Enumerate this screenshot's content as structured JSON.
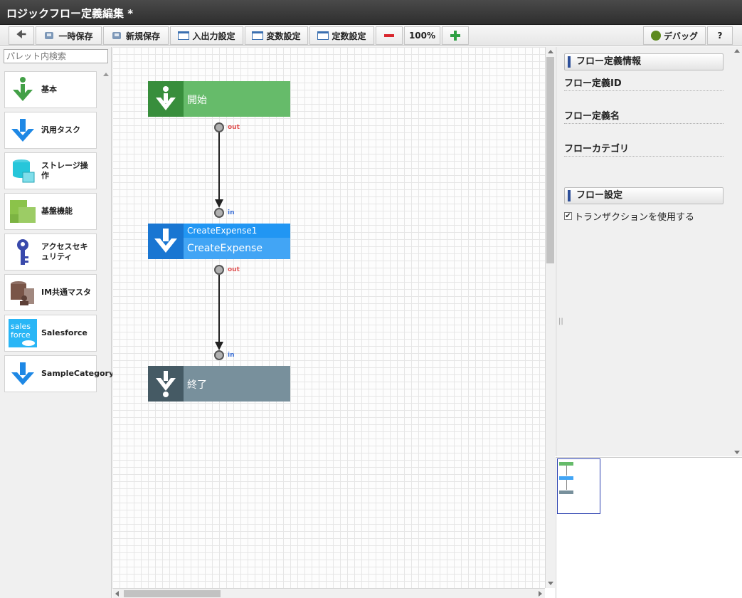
{
  "window": {
    "title": "ロジックフロー定義編集 *"
  },
  "toolbar": {
    "save_temp": "一時保存",
    "save_new": "新規保存",
    "io_settings": "入出力設定",
    "var_settings": "変数設定",
    "const_settings": "定数設定",
    "zoom": "100%",
    "debug": "デバッグ",
    "help": "?"
  },
  "palette": {
    "search_placeholder": "パレット内検索",
    "items": [
      {
        "label": "基本",
        "icon": "start-arrow-icon"
      },
      {
        "label": "汎用タスク",
        "icon": "task-arrow-icon"
      },
      {
        "label": "ストレージ操作",
        "icon": "database-icon"
      },
      {
        "label": "基盤機能",
        "icon": "grid-blocks-icon"
      },
      {
        "label": "アクセスセキュリティ",
        "icon": "key-icon"
      },
      {
        "label": "IM共通マスタ",
        "icon": "master-data-icon"
      },
      {
        "label": "Salesforce",
        "icon": "salesforce-icon"
      },
      {
        "label": "SampleCategory",
        "icon": "category-arrow-icon"
      }
    ]
  },
  "flow": {
    "start": {
      "label": "開始",
      "out": "out"
    },
    "task": {
      "id": "CreateExpense1",
      "name": "CreateExpense",
      "in": "in",
      "out": "out"
    },
    "end": {
      "label": "終了",
      "in": "in"
    }
  },
  "properties": {
    "info_header": "フロー定義情報",
    "flow_id_label": "フロー定義ID",
    "flow_name_label": "フロー定義名",
    "flow_category_label": "フローカテゴリ",
    "settings_header": "フロー設定",
    "use_transaction_label": "トランザクションを使用する",
    "use_transaction_checked": true
  },
  "colors": {
    "start_dark": "#388e3c",
    "start_light": "#66bb6a",
    "task_dark": "#1976d2",
    "task_light": "#42a5f5",
    "end_dark": "#455a64",
    "end_light": "#78909c"
  }
}
